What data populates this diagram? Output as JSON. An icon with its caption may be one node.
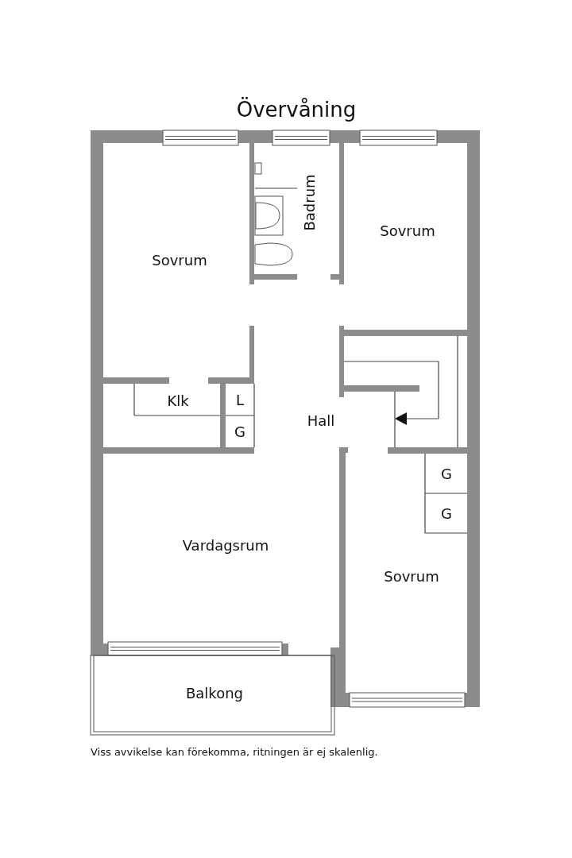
{
  "diagram": {
    "title": "Övervåning",
    "caption": "Viss avvikelse kan förekomma, ritningen är ej skalenlig.",
    "labels": [
      "Badrum",
      "Sovrum",
      "Sovrum",
      "Klk",
      "L",
      "Hall",
      "G",
      "G",
      "G",
      "Vardagsrum",
      "Sovrum",
      "Balkong"
    ]
  }
}
